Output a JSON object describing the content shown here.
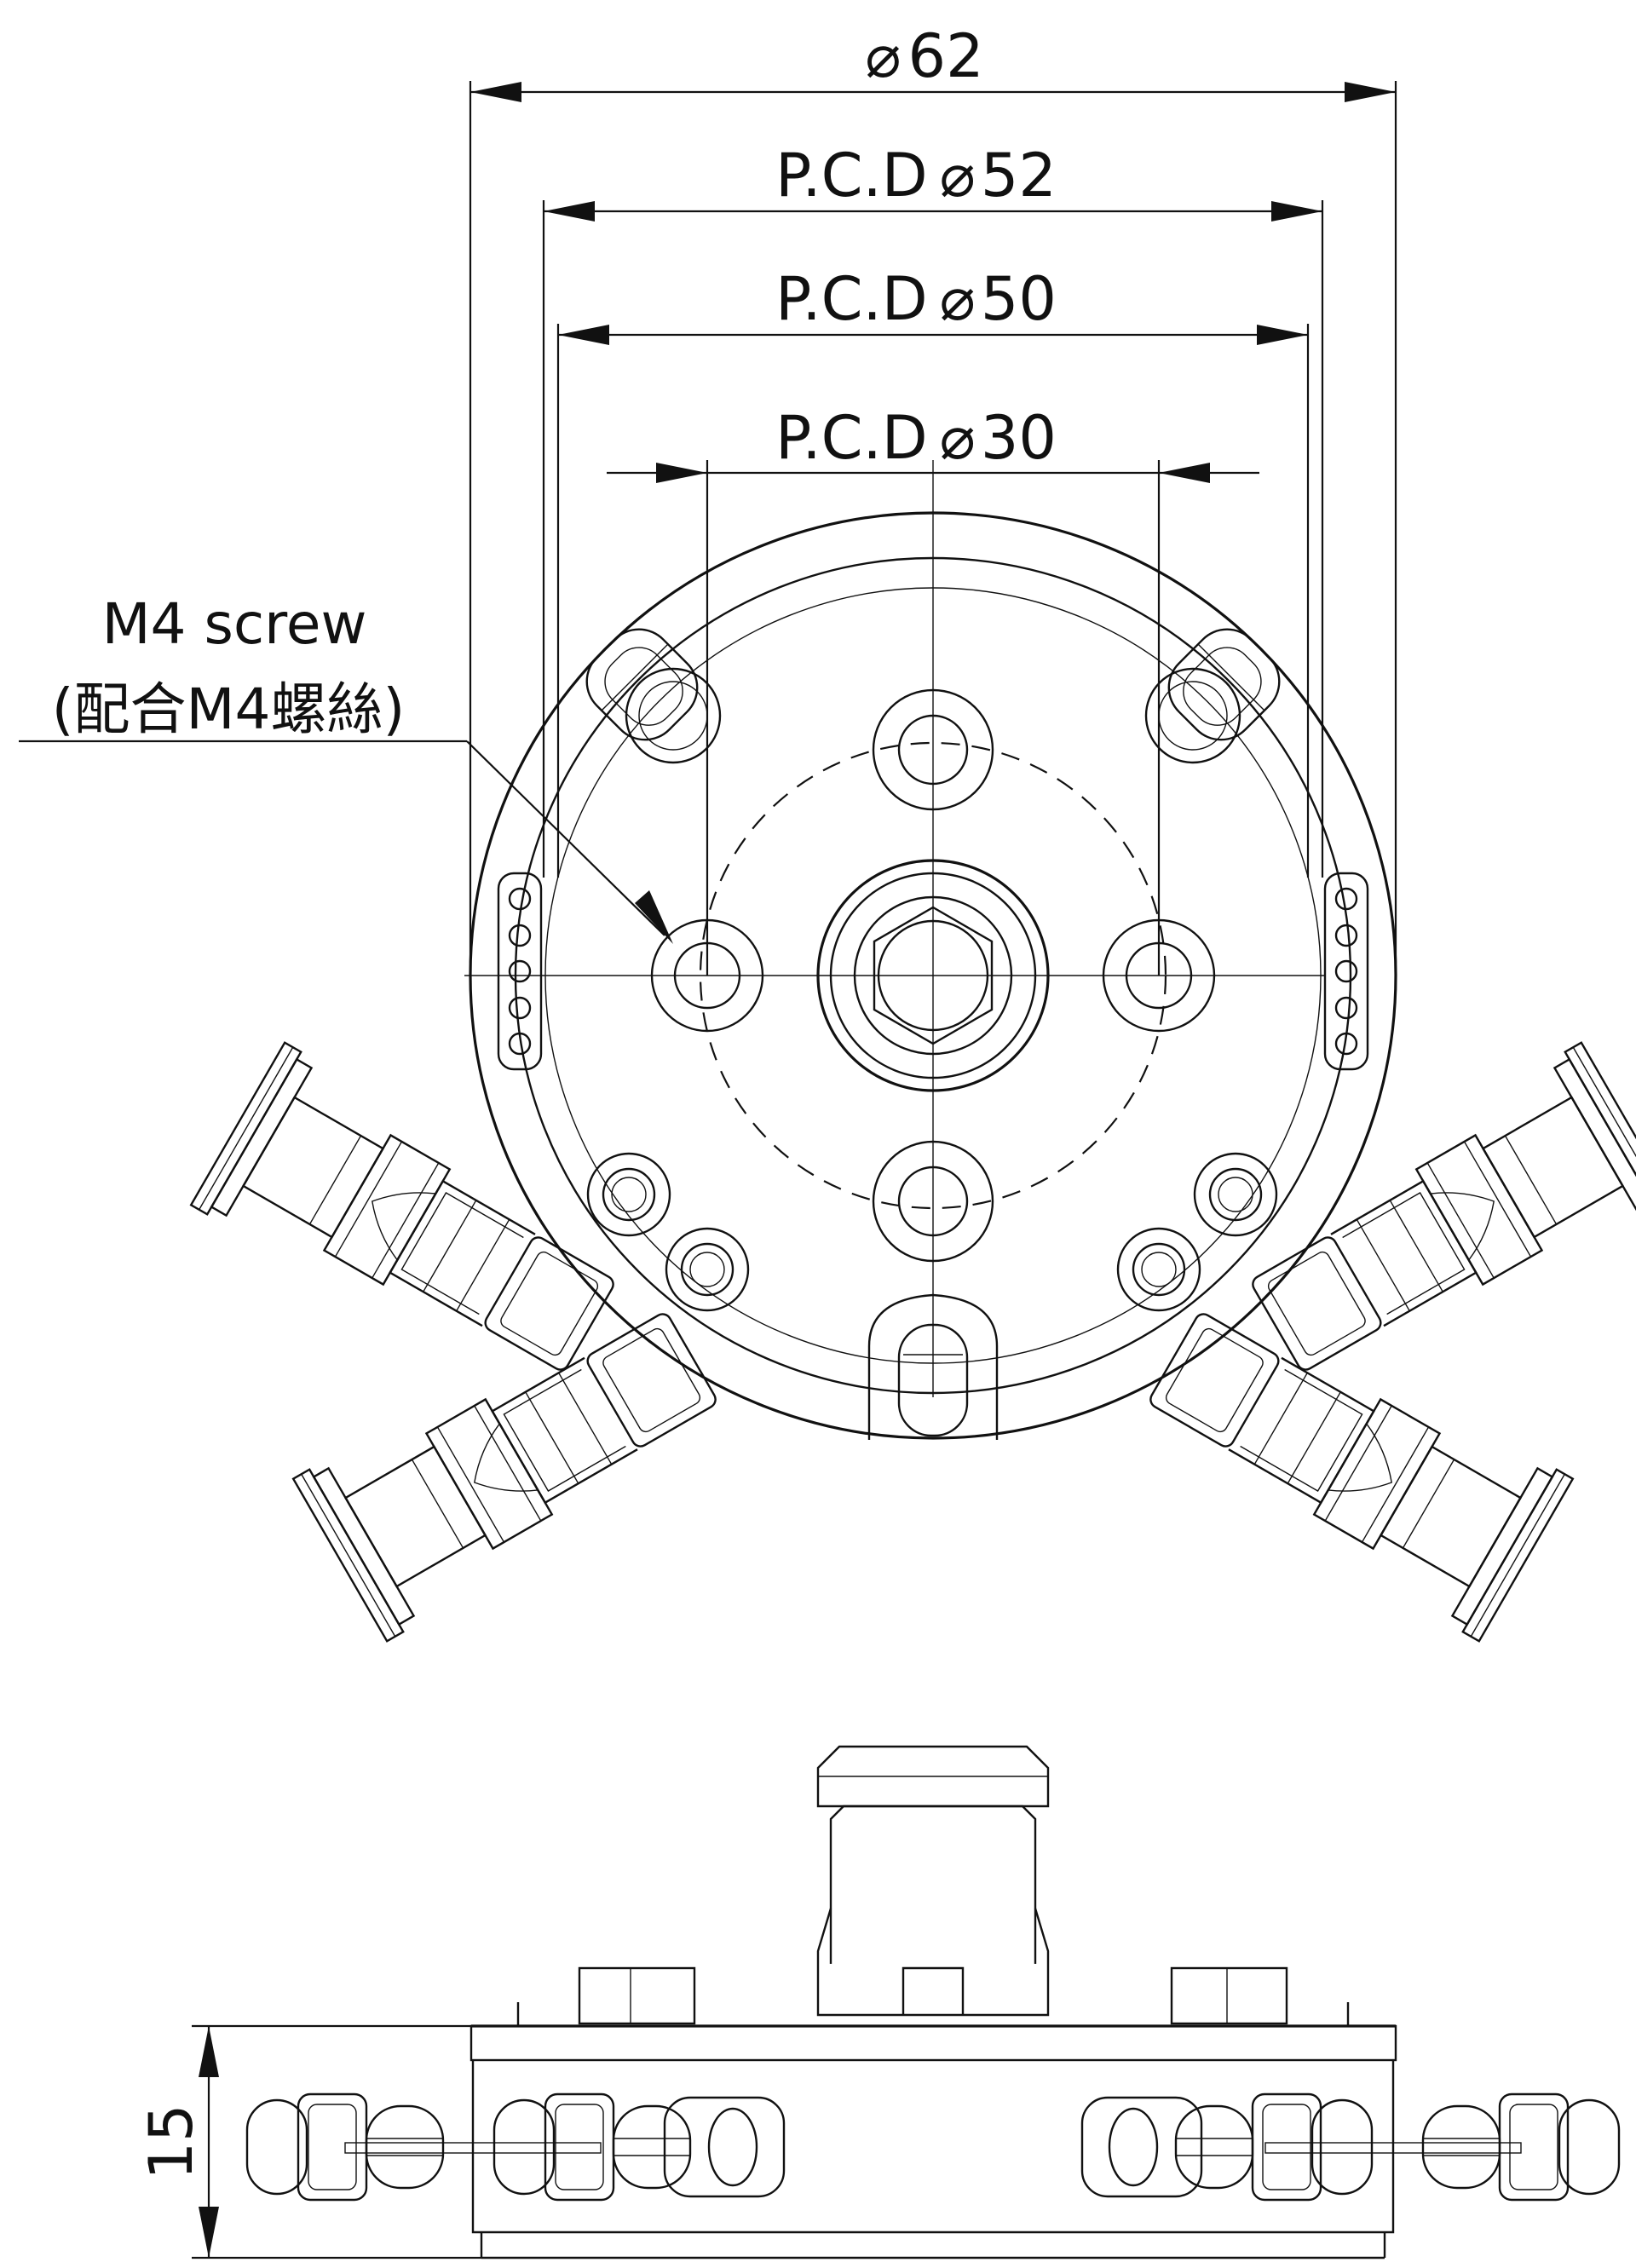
{
  "dimensions": {
    "outer_diameter": "62",
    "pcd_52": "52",
    "pcd_50": "50",
    "pcd_30": "30",
    "pcd_prefix": "P.C.D",
    "diameter_symbol": "⌀",
    "height": "15"
  },
  "callout": {
    "line1": "M4 screw",
    "line2": "(配合M4螺絲)"
  }
}
